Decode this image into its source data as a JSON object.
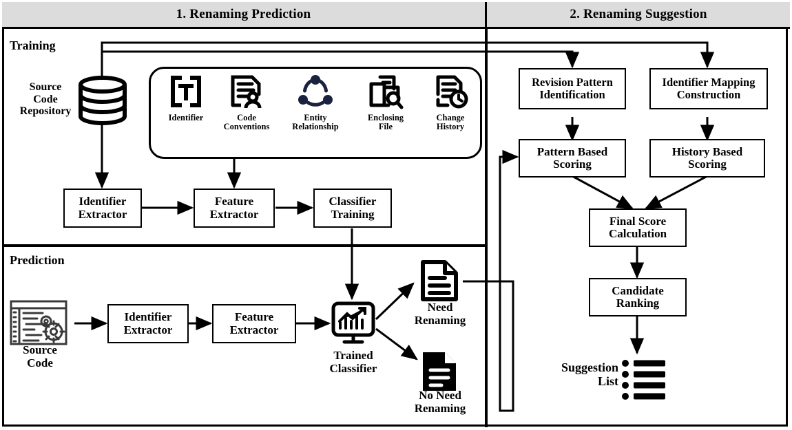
{
  "header": {
    "left_title": "1. Renaming Prediction",
    "right_title": "2. Renaming Suggestion",
    "bg_color": "#dcdcdc"
  },
  "sections": {
    "training_label": "Training",
    "prediction_label": "Prediction"
  },
  "left_panel": {
    "repository": {
      "label": "Source\nCode\nRepository",
      "label_line1": "Source",
      "label_line2": "Code",
      "label_line3": "Repository",
      "icon": "database-cylinder-icon"
    },
    "features": [
      {
        "label_line1": "Identifier",
        "label_line2": "",
        "icon": "identifier-bracket-t-icon",
        "color": "#000000"
      },
      {
        "label_line1": "Code",
        "label_line2": "Conventions",
        "icon": "document-person-icon",
        "color": "#000000"
      },
      {
        "label_line1": "Entity",
        "label_line2": "Relationship",
        "icon": "entity-relationship-icon",
        "color": "#1b2240"
      },
      {
        "label_line1": "Enclosing",
        "label_line2": "File",
        "icon": "documents-search-icon",
        "color": "#000000"
      },
      {
        "label_line1": "Change",
        "label_line2": "History",
        "icon": "document-clock-icon",
        "color": "#000000"
      }
    ],
    "training_boxes": [
      {
        "line1": "Identifier",
        "line2": "Extractor"
      },
      {
        "line1": "Feature",
        "line2": "Extractor"
      },
      {
        "line1": "Classifier",
        "line2": "Training"
      }
    ],
    "prediction_source": {
      "label_line1": "Source",
      "label_line2": "Code",
      "icon": "code-window-gears-icon"
    },
    "prediction_boxes": [
      {
        "line1": "Identifier",
        "line2": "Extractor"
      },
      {
        "line1": "Feature",
        "line2": "Extractor"
      }
    ],
    "trained_classifier": {
      "label_line1": "Trained",
      "label_line2": "Classifier",
      "icon": "monitor-chart-icon"
    },
    "outcomes": [
      {
        "label_line1": "Need",
        "label_line2": "Renaming",
        "icon": "document-outline-icon"
      },
      {
        "label_line1": "No Need",
        "label_line2": "Renaming",
        "icon": "document-filled-icon"
      }
    ]
  },
  "right_panel": {
    "boxes": [
      {
        "line1": "Revision Pattern",
        "line2": "Identification"
      },
      {
        "line1": "Identifier Mapping",
        "line2": "Construction"
      },
      {
        "line1": "Pattern Based",
        "line2": "Scoring"
      },
      {
        "line1": "History Based",
        "line2": "Scoring"
      },
      {
        "line1": "Final Score",
        "line2": "Calculation"
      },
      {
        "line1": "Candidate",
        "line2": "Ranking"
      }
    ],
    "suggestion_list": {
      "label_line1": "Suggestion",
      "label_line2": "List",
      "icon": "bulleted-list-icon",
      "bullet_count": 4
    }
  }
}
